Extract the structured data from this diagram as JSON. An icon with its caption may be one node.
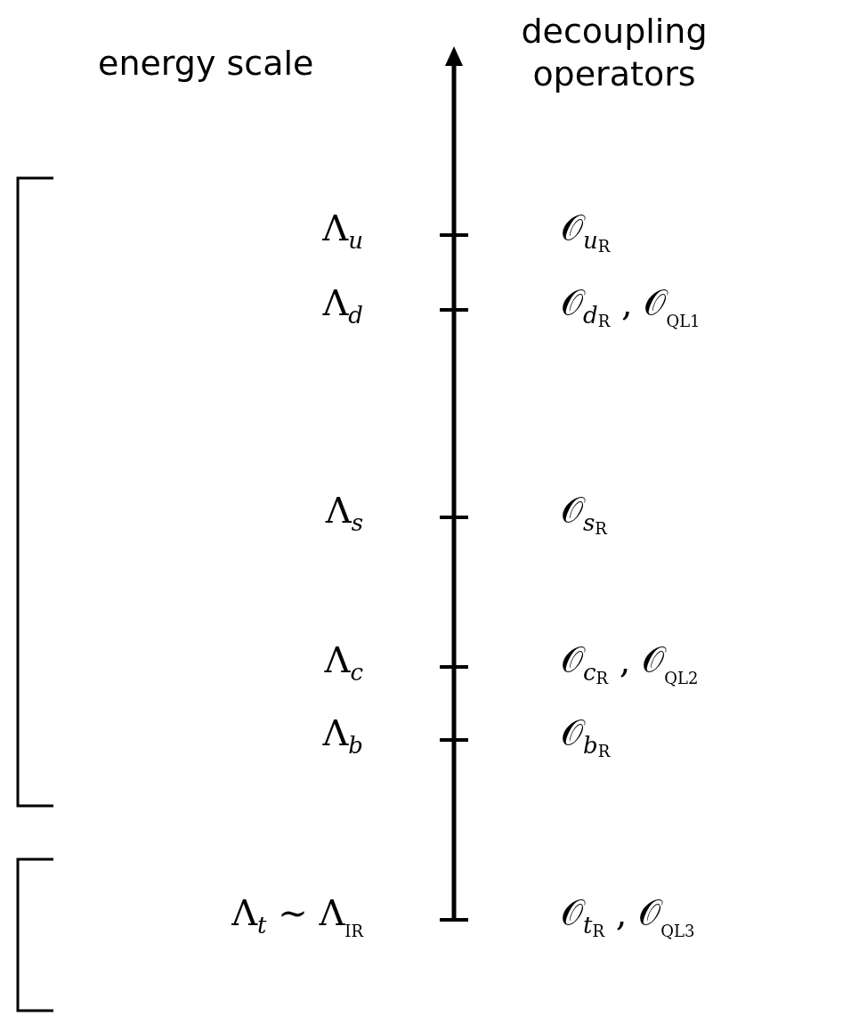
{
  "diagram": {
    "labels": [
      "energy scale",
      "decoupling operators",
      "Λ$_{u}$",
      "𝒪$_{u}$$_{R}$",
      "Λ$_{d}$",
      "𝒪$_{d}$$_{R}$ , 𝒪$_{Q}$$_{L1}$",
      "Λ$_{s}$",
      "𝒪$_{s}$$_{R}$",
      "Λ$_{c}$",
      "𝒪$_{c}$$_{R}$ , 𝒪$_{Q}$$_{L2}$",
      "Λ$_{b}$",
      "𝒪$_{b}$$_{R}$",
      "Λ$_{t}$ ∼ Λ$_{IR}$",
      "𝒪$_{t}$$_{R}$ , 𝒪$_{Q}$$_{L3}$"
    ]
  }
}
